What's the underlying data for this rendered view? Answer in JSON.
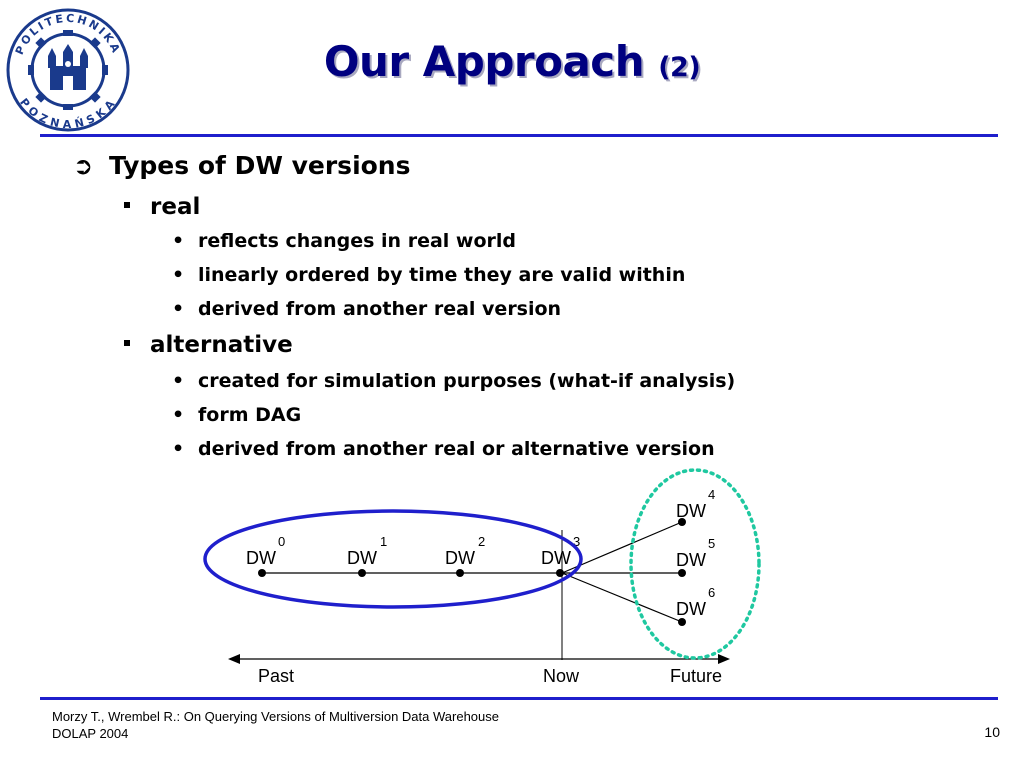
{
  "title": {
    "main": "Our Approach",
    "number": "(2)"
  },
  "logo": {
    "text": "POLITECHNIKA POZNAŃSKA",
    "colors": {
      "ring": "#1a3a8c",
      "fill": "#ffffff"
    },
    "icon": "university-crest"
  },
  "colors": {
    "title": "#000080",
    "rule": "#1f1fcc",
    "ellipse_blue": "#1f1fcc",
    "ellipse_green": "#1fc8a0"
  },
  "content": {
    "heading": {
      "bullet": "➲",
      "text": "Types of DW versions"
    },
    "groups": [
      {
        "label": "real",
        "items": [
          "reflects changes in real world",
          "linearly ordered by time they are valid within",
          "derived from another real version"
        ]
      },
      {
        "label": "alternative",
        "items": [
          "created for simulation purposes (what-if analysis)",
          "form DAG",
          "derived from another real or alternative version"
        ]
      }
    ]
  },
  "diagram": {
    "versions": [
      {
        "label": "DW",
        "sup": "0"
      },
      {
        "label": "DW",
        "sup": "1"
      },
      {
        "label": "DW",
        "sup": "2"
      },
      {
        "label": "DW",
        "sup": "3"
      },
      {
        "label": "DW",
        "sup": "4"
      },
      {
        "label": "DW",
        "sup": "5"
      },
      {
        "label": "DW",
        "sup": "6"
      }
    ],
    "axis": {
      "past": "Past",
      "now": "Now",
      "future": "Future"
    }
  },
  "footer": {
    "line1": "Morzy T., Wrembel R.: On Querying Versions of Multiversion Data Warehouse",
    "line2": "DOLAP 2004",
    "page": "10"
  }
}
